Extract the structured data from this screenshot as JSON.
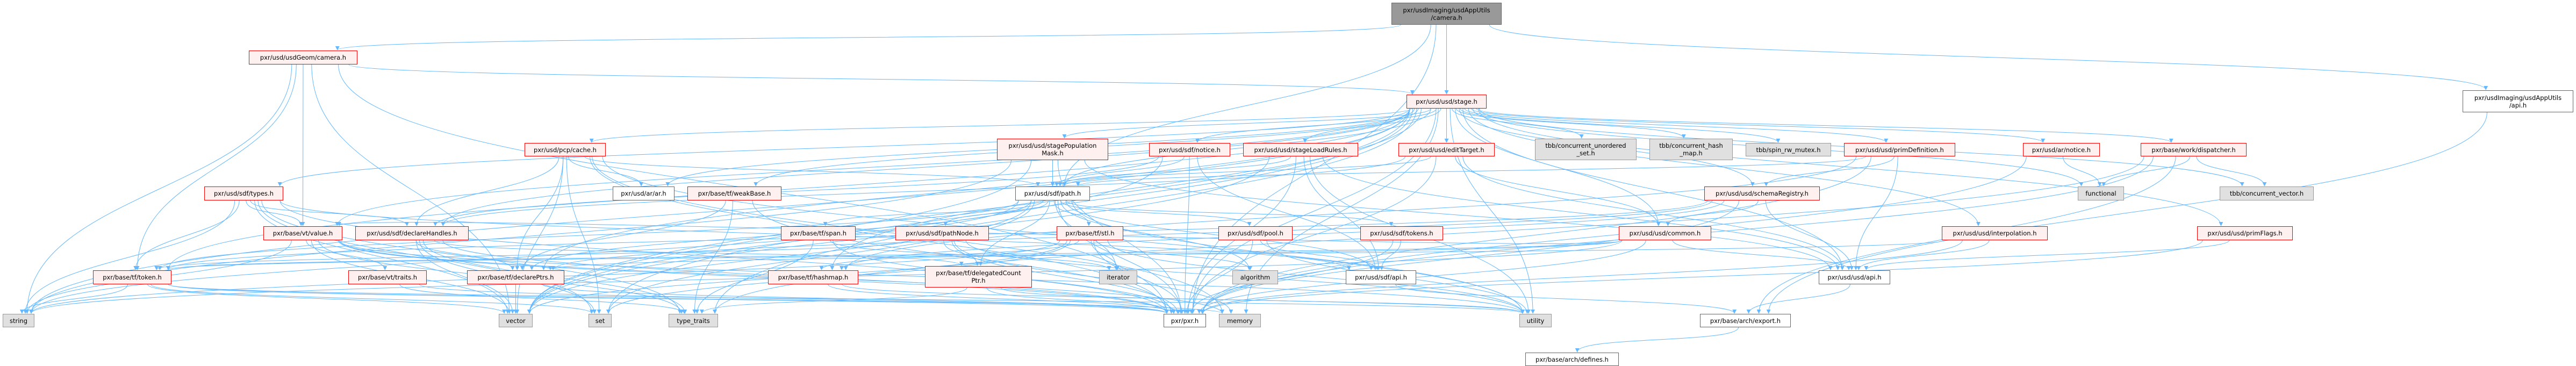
{
  "colors": {
    "edge": "#63b8ff",
    "red_fill": "#fff0f0",
    "red_border": "#ff0000",
    "gray_fill": "#e0e0e0",
    "root_fill": "#999999"
  },
  "nodes": {
    "root": {
      "label": "pxr/usdImaging/usdAppUtils\n/camera.h",
      "kind": "root"
    },
    "ugcam": {
      "label": "pxr/usd/usdGeom/camera.h",
      "kind": "red"
    },
    "stage": {
      "label": "pxr/usd/usd/stage.h",
      "kind": "red"
    },
    "uaapi": {
      "label": "pxr/usdImaging/usdAppUtils\n/api.h",
      "kind": "white"
    },
    "cache": {
      "label": "pxr/usd/pcp/cache.h",
      "kind": "red"
    },
    "spm": {
      "label": "pxr/usd/usd/stagePopulation\nMask.h",
      "kind": "red"
    },
    "sdfnotice": {
      "label": "pxr/usd/sdf/notice.h",
      "kind": "red"
    },
    "slr": {
      "label": "pxr/usd/usd/stageLoadRules.h",
      "kind": "red"
    },
    "edit": {
      "label": "pxr/usd/usd/editTarget.h",
      "kind": "red"
    },
    "tbbus": {
      "label": "tbb/concurrent_unordered\n_set.h",
      "kind": "gray"
    },
    "tbbhm": {
      "label": "tbb/concurrent_hash\n_map.h",
      "kind": "gray"
    },
    "tbbspin": {
      "label": "tbb/spin_rw_mutex.h",
      "kind": "gray"
    },
    "primdef": {
      "label": "pxr/usd/usd/primDefinition.h",
      "kind": "red"
    },
    "arnotice": {
      "label": "pxr/usd/ar/notice.h",
      "kind": "red"
    },
    "disp": {
      "label": "pxr/base/work/dispatcher.h",
      "kind": "red"
    },
    "types": {
      "label": "pxr/usd/sdf/types.h",
      "kind": "red"
    },
    "path": {
      "label": "pxr/usd/sdf/path.h",
      "kind": "white"
    },
    "ar": {
      "label": "pxr/usd/ar/ar.h",
      "kind": "white"
    },
    "weak": {
      "label": "pxr/base/tf/weakBase.h",
      "kind": "red"
    },
    "schema": {
      "label": "pxr/usd/usd/schemaRegistry.h",
      "kind": "red"
    },
    "functional": {
      "label": "functional",
      "kind": "gray"
    },
    "tbbvec": {
      "label": "tbb/concurrent_vector.h",
      "kind": "gray"
    },
    "value": {
      "label": "pxr/base/vt/value.h",
      "kind": "red"
    },
    "declh": {
      "label": "pxr/usd/sdf/declareHandles.h",
      "kind": "red"
    },
    "span": {
      "label": "pxr/base/tf/span.h",
      "kind": "red"
    },
    "pathnode": {
      "label": "pxr/usd/sdf/pathNode.h",
      "kind": "red"
    },
    "stl": {
      "label": "pxr/base/tf/stl.h",
      "kind": "red"
    },
    "pool": {
      "label": "pxr/usd/sdf/pool.h",
      "kind": "red"
    },
    "tokens": {
      "label": "pxr/usd/sdf/tokens.h",
      "kind": "red"
    },
    "common": {
      "label": "pxr/usd/usd/common.h",
      "kind": "red"
    },
    "interp": {
      "label": "pxr/usd/usd/interpolation.h",
      "kind": "red"
    },
    "primflags": {
      "label": "pxr/usd/usd/primFlags.h",
      "kind": "red"
    },
    "token": {
      "label": "pxr/base/tf/token.h",
      "kind": "red"
    },
    "traits": {
      "label": "pxr/base/vt/traits.h",
      "kind": "red"
    },
    "declp": {
      "label": "pxr/base/tf/declarePtrs.h",
      "kind": "red"
    },
    "hashmap": {
      "label": "pxr/base/tf/hashmap.h",
      "kind": "red"
    },
    "dcp": {
      "label": "pxr/base/tf/delegatedCount\nPtr.h",
      "kind": "red"
    },
    "iterator": {
      "label": "iterator",
      "kind": "gray"
    },
    "algorithm": {
      "label": "algorithm",
      "kind": "gray"
    },
    "sdfapi": {
      "label": "pxr/usd/sdf/api.h",
      "kind": "white"
    },
    "usdapi": {
      "label": "pxr/usd/usd/api.h",
      "kind": "white"
    },
    "string": {
      "label": "string",
      "kind": "gray"
    },
    "vector": {
      "label": "vector",
      "kind": "gray"
    },
    "set": {
      "label": "set",
      "kind": "gray"
    },
    "type_traits": {
      "label": "type_traits",
      "kind": "gray"
    },
    "pxr": {
      "label": "pxr/pxr.h",
      "kind": "white"
    },
    "memory": {
      "label": "memory",
      "kind": "gray"
    },
    "utility": {
      "label": "utility",
      "kind": "gray"
    },
    "export": {
      "label": "pxr/base/arch/export.h",
      "kind": "white"
    },
    "defines": {
      "label": "pxr/base/arch/defines.h",
      "kind": "white"
    }
  },
  "edges": {
    "root": [
      "stage",
      "ugcam",
      "uaapi",
      "path",
      "pxr"
    ],
    "ugcam": [
      "stage",
      "string",
      "token",
      "value",
      "pxr",
      "vector"
    ],
    "stage": [
      "spm",
      "sdfnotice",
      "slr",
      "edit",
      "tbbus",
      "tbbhm",
      "tbbspin",
      "primdef",
      "arnotice",
      "disp",
      "cache",
      "types",
      "path",
      "ar",
      "weak",
      "value",
      "declh",
      "common",
      "interp",
      "primflags",
      "schema",
      "functional",
      "tbbvec",
      "usdapi",
      "string",
      "vector",
      "set",
      "memory",
      "utility",
      "type_traits",
      "pxr",
      "token",
      "declp",
      "hashmap"
    ],
    "cache": [
      "ar",
      "declp",
      "vector",
      "pxr",
      "declh",
      "path",
      "set",
      "memory",
      "utility"
    ],
    "spm": [
      "path",
      "usdapi",
      "pxr",
      "string",
      "vector"
    ],
    "sdfnotice": [
      "path",
      "sdfapi",
      "declh",
      "pxr",
      "vector"
    ],
    "slr": [
      "path",
      "usdapi",
      "sdfapi",
      "pxr",
      "vector",
      "utility"
    ],
    "edit": [
      "path",
      "common",
      "usdapi",
      "pxr",
      "declh"
    ],
    "types": [
      "value",
      "declh",
      "token",
      "string",
      "vector",
      "pxr",
      "set",
      "type_traits",
      "sdfapi"
    ],
    "path": [
      "pathnode",
      "stl",
      "pool",
      "dcp",
      "iterator",
      "algorithm",
      "sdfapi",
      "tokens",
      "token",
      "pxr",
      "string",
      "vector",
      "set",
      "utility",
      "span",
      "declp"
    ],
    "weak": [
      "pxr",
      "type_traits",
      "declp"
    ],
    "schema": [
      "common",
      "usdapi",
      "pxr",
      "declp",
      "token",
      "hashmap"
    ],
    "primdef": [
      "schema",
      "usdapi",
      "pxr",
      "path",
      "hashmap"
    ],
    "arnotice": [
      "functional",
      "pxr"
    ],
    "disp": [
      "tbbvec",
      "functional",
      "pxr",
      "type_traits",
      "export"
    ],
    "value": [
      "traits",
      "pxr",
      "type_traits",
      "string",
      "vector",
      "memory",
      "utility"
    ],
    "declh": [
      "declp",
      "pxr",
      "type_traits",
      "set",
      "vector",
      "dcp"
    ],
    "span": [
      "pxr",
      "type_traits",
      "iterator"
    ],
    "pathnode": [
      "dcp",
      "pxr",
      "token",
      "memory",
      "utility"
    ],
    "stl": [
      "iterator",
      "algorithm",
      "pxr",
      "utility",
      "set",
      "vector",
      "hashmap",
      "string"
    ],
    "pool": [
      "sdfapi",
      "pxr",
      "utility"
    ],
    "tokens": [
      "sdfapi",
      "pxr"
    ],
    "common": [
      "usdapi",
      "pxr",
      "value",
      "string",
      "declp",
      "token"
    ],
    "interp": [
      "usdapi",
      "pxr",
      "token"
    ],
    "primflags": [
      "usdapi",
      "pxr"
    ],
    "token": [
      "string",
      "pxr",
      "vector",
      "memory",
      "set",
      "utility"
    ],
    "traits": [
      "pxr",
      "type_traits"
    ],
    "declp": [
      "vector",
      "pxr"
    ],
    "hashmap": [
      "pxr",
      "utility"
    ],
    "dcp": [
      "pxr",
      "utility",
      "type_traits"
    ],
    "sdfapi": [
      "export"
    ],
    "usdapi": [
      "export"
    ],
    "uaapi": [
      "export"
    ],
    "export": [
      "defines"
    ]
  }
}
